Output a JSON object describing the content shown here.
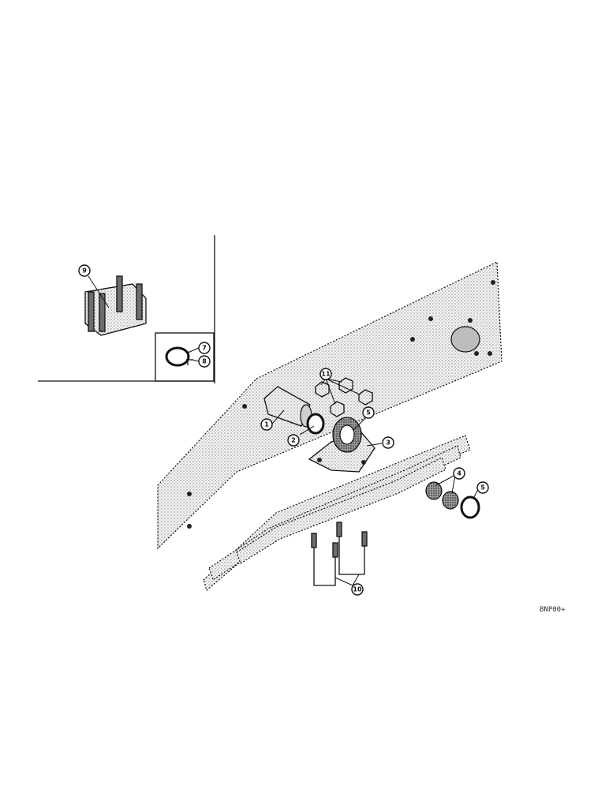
{
  "diagram": {
    "callouts": [
      "1",
      "2",
      "3",
      "4",
      "5",
      "5",
      "7",
      "8",
      "9",
      "10",
      "11"
    ],
    "reference_code": "BNP00+"
  },
  "colors": {
    "ink": "#111111",
    "stipple": "#6d6d6d",
    "paper": "#ffffff"
  }
}
